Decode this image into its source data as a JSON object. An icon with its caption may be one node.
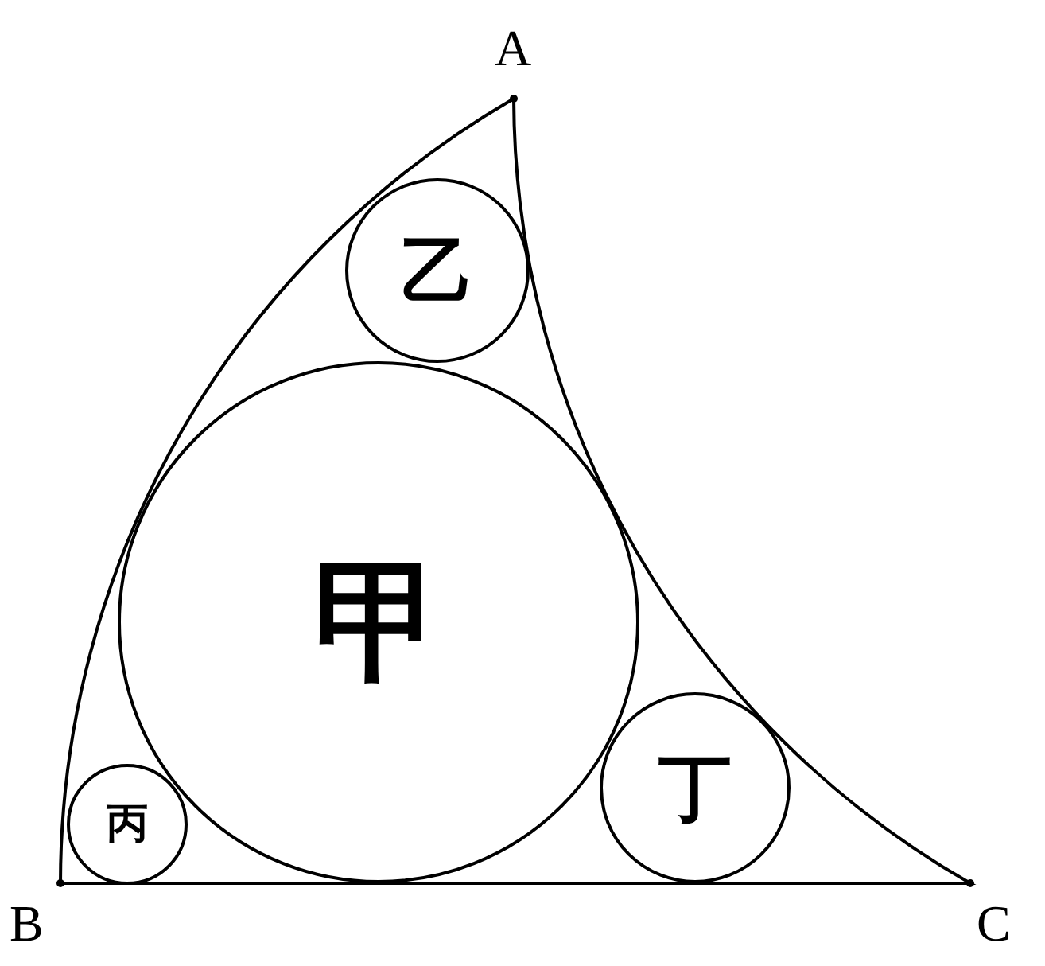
{
  "diagram": {
    "nodes": [
      {
        "text": [
          "乙"
        ]
      },
      {
        "text": [
          "甲"
        ]
      },
      {
        "text": [
          "丙"
        ]
      },
      {
        "text": [
          "丁"
        ]
      }
    ],
    "labels": [
      "A",
      "B",
      "C"
    ]
  }
}
